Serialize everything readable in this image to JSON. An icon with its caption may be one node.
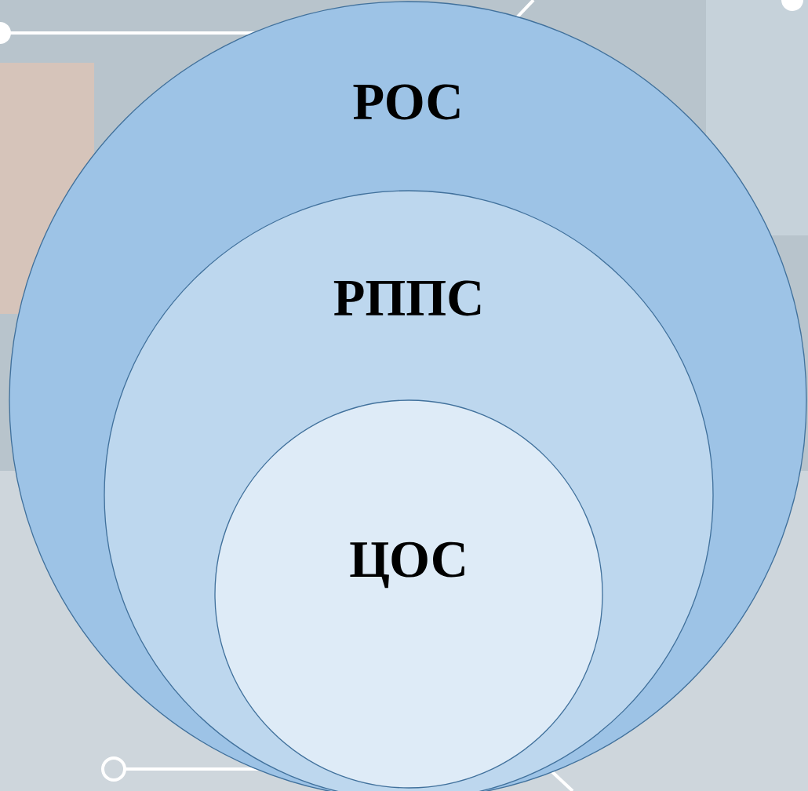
{
  "diagram": {
    "nodes": [
      {
        "text": [
          "РОС"
        ]
      },
      {
        "text": [
          "РППС"
        ],
        "in": 0
      },
      {
        "text": [
          "ЦОС"
        ],
        "in": 1
      }
    ]
  }
}
